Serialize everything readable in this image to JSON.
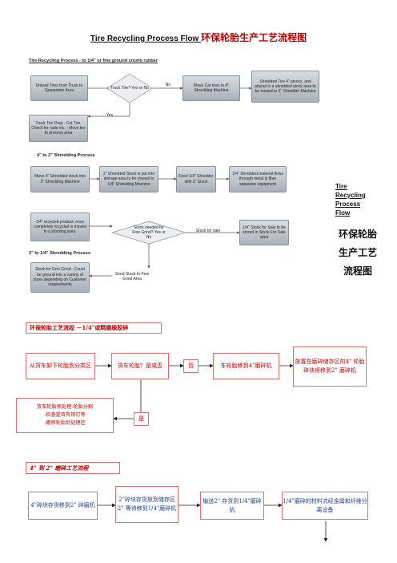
{
  "title": {
    "en": "Tire Recycling Process Flow ",
    "cn": "环保轮胎生产工艺流程图"
  },
  "english_flow": {
    "section1_heading": "Tire Recycling Process - to 1/4\" or fine ground crumb rubber",
    "section2_heading": "4\" to 2\" Shredding Process",
    "section3_heading": "2\" to 1/4\" Shredding Process",
    "boxes": {
      "unload": "Unload Tires from Truck to Separation Area",
      "truck_tire": "Truck Tire? Yes or No",
      "move_car": "Move Car tires to 4\" Shredding Machine",
      "shredded_4": "Shredded Tire 4\" pieces, and placed in a shredded stock area to be moved to 2\" Shredder Machine",
      "truck_prep": "Truck Tire Prep - Cut Tire. Check for nails etc. - Move tire to process area",
      "move_4": "Move 4\" Shredded stock into 2\" Shredding Machine",
      "stock_2": "2\" Shredded Stock is put into storage area to be moved to 1/4\" Shredding Machine",
      "feed_14": "Feed 1/4\" Shredder with 2\" Stock",
      "material_14": "1/4\" Shredded material flows through metal & fiber separator equipment",
      "recycled_14": "1/4\" recycled product, once completely recycled is moved to a stocking area.",
      "fine_grind_q": "Stock needed for Fine Grind? Yes or No",
      "stock_sale": "1/4\" Stock for Sale to be stored in Stock For Sale area",
      "fine_grind_stock": "Stock for Fine Grind - Could be ground into a variety of sizes depending on Customer requirements",
      "send_grind": "Send Stock to Fine Grind Area"
    },
    "labels": {
      "no": "No",
      "yes": "Yes",
      "for_sale": "Stock for sale"
    }
  },
  "side": {
    "en_lines": [
      "Tire",
      "Recycling",
      "Process",
      "Flow"
    ],
    "cn": "环保轮胎生产工艺流程图"
  },
  "chinese_flow": {
    "title1": "环保轮胎工艺流程 －1/4\"或精磨橡胶碎",
    "unload": "从货车卸下轮胎到分类区",
    "truck_q": "货车轮胎？是或否",
    "no": "否",
    "car_to": "车轮胎移到4\"磨碎机",
    "place": "放置在磨碎储存区的4\" 轮胎碎块将移到2\" 磨碎机",
    "prep_l1": "货车轮胎预处理-轮胎分割",
    "prep_l2": "-检查是否有铁钉等",
    "prep_l3": "-挪移轮胎到处理区",
    "yes": "是",
    "title2": "4\" 到 2\" 磨碎工艺流程",
    "move4": "4\"碎块存货移到2\" 碎磨机",
    "store2": "2\"碎块存货放到储存区2\" 等待移到1/4\"磨碎机",
    "send2": "输送2\" 存货到1/4\"磨碎机",
    "sep": "1/4\"磨碎的材料流经金属和纤维分离设备"
  }
}
